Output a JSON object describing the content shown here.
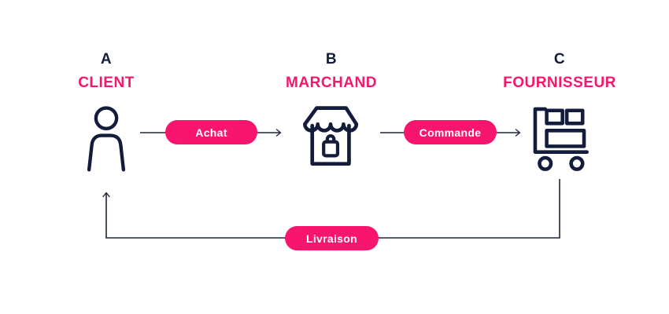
{
  "diagram_title": "",
  "colors": {
    "accent_pink": "#F7156E",
    "navy": "#131C3A",
    "connector_line": "#1D2537",
    "background": "#FFFFFF",
    "pill_text": "#FFFFFF"
  },
  "nodes": [
    {
      "letter": "A",
      "label": "CLIENT",
      "icon": "person-icon"
    },
    {
      "letter": "B",
      "label": "MARCHAND",
      "icon": "store-icon"
    },
    {
      "letter": "C",
      "label": "FOURNISSEUR",
      "icon": "supplier-cart-icon"
    }
  ],
  "edges": [
    {
      "label": "Achat",
      "from": "CLIENT",
      "to": "MARCHAND"
    },
    {
      "label": "Commande",
      "from": "MARCHAND",
      "to": "FOURNISSEUR"
    },
    {
      "label": "Livraison",
      "from": "FOURNISSEUR",
      "to": "CLIENT"
    }
  ]
}
